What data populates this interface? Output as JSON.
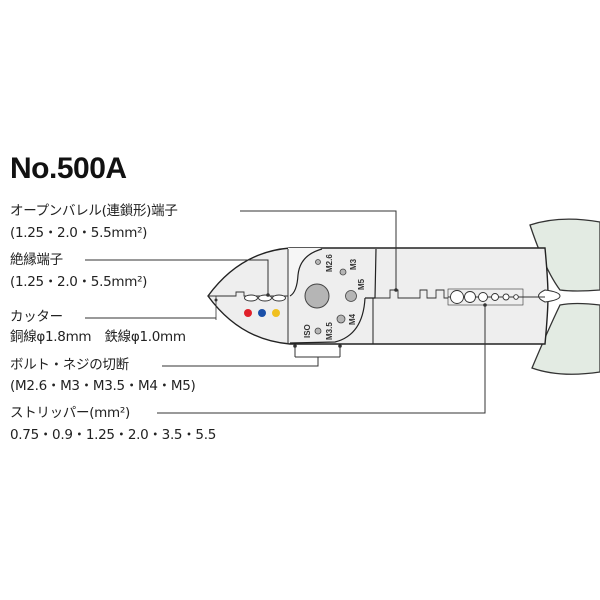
{
  "title": "No.500A",
  "labels": [
    {
      "name": "オープンバレル(連鎖形)端子",
      "spec": "(1.25・2.0・5.5mm²)"
    },
    {
      "name": "絶縁端子",
      "spec": "(1.25・2.0・5.5mm²)"
    },
    {
      "name": "カッター",
      "spec": "銅線φ1.8mm　鉄線φ1.0mm"
    },
    {
      "name": "ボルト・ネジの切断",
      "spec": "(M2.6・M3・M3.5・M4・M5)"
    },
    {
      "name": "ストリッパー(mm²)",
      "spec": "0.75・0.9・1.25・2.0・3.5・5.5"
    }
  ],
  "tool_marks": {
    "iso": "ISO",
    "m26": "M2.6",
    "m3": "M3",
    "m35": "M3.5",
    "m4": "M4",
    "m5": "M5"
  },
  "colors": {
    "body": "#eeeeee",
    "grip": "#e3ebe3",
    "red": "#e0202a",
    "blue": "#1a4fa8",
    "yellow": "#f0c020",
    "hole": "#b5b5b5"
  }
}
